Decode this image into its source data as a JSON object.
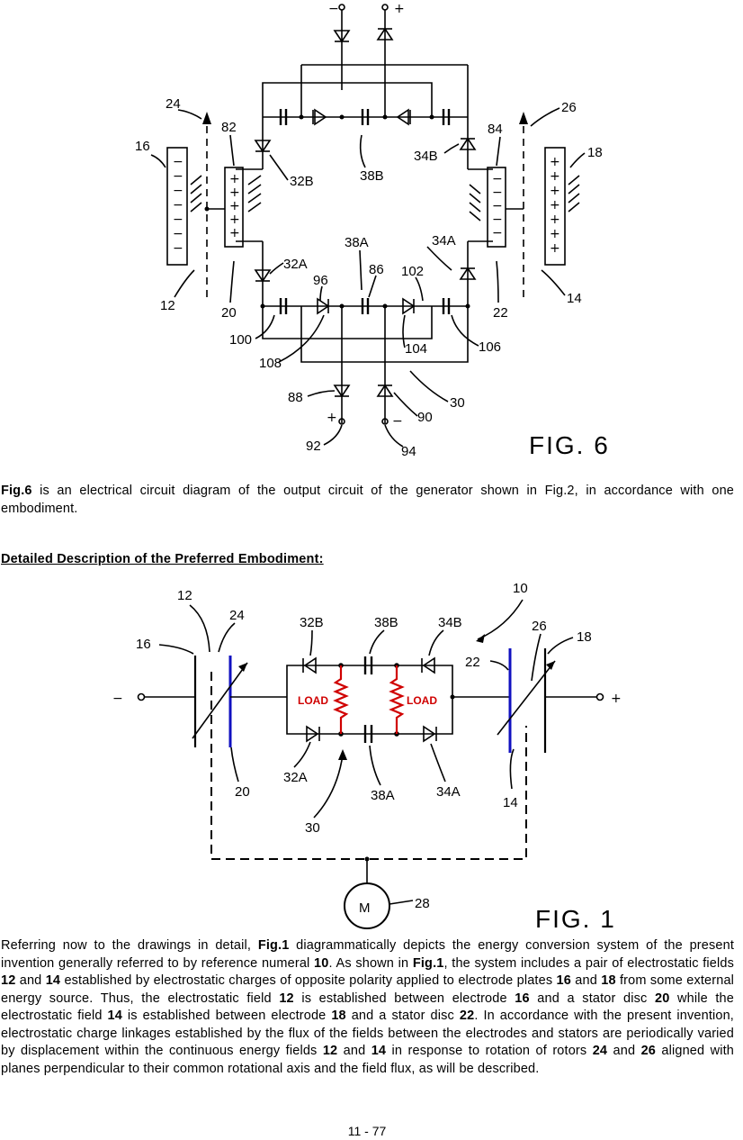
{
  "fig6": {
    "title": "FIG. 6",
    "labels": {
      "n24": "24",
      "n82": "82",
      "n16": "16",
      "n12": "12",
      "n20": "20",
      "n32B": "32B",
      "n38B": "38B",
      "n34B": "34B",
      "n84": "84",
      "n26": "26",
      "n18": "18",
      "n14": "14",
      "n22": "22",
      "n32A": "32A",
      "n38A": "38A",
      "n34A": "34A",
      "n96": "96",
      "n86": "86",
      "n102": "102",
      "n100": "100",
      "n104": "104",
      "n106": "106",
      "n108": "108",
      "n88": "88",
      "n90": "90",
      "n30": "30",
      "n92": "92",
      "n94": "94"
    },
    "terminal_top_minus": "−",
    "terminal_top_plus": "+",
    "terminal_bottom_plus": "+",
    "terminal_bottom_minus": "−"
  },
  "para1": {
    "bold": "Fig.6",
    "text": " is an electrical circuit diagram of the output circuit of the generator shown in Fig.2, in accordance with one embodiment."
  },
  "heading": "Detailed Description of the Preferred Embodiment:",
  "fig1": {
    "title": "FIG. 1",
    "labels": {
      "n12": "12",
      "n24": "24",
      "n16": "16",
      "n32B": "32B",
      "n38B": "38B",
      "n34B": "34B",
      "n10": "10",
      "n26": "26",
      "n18": "18",
      "n22": "22",
      "n20": "20",
      "n32A": "32A",
      "n38A": "38A",
      "n34A": "34A",
      "n14": "14",
      "n30": "30",
      "n28": "28"
    },
    "load_left": "LOAD",
    "load_right": "LOAD",
    "motor": "M",
    "terminal_minus": "−",
    "terminal_plus": "+",
    "colors": {
      "stator": "#1010c0",
      "load": "#d00000"
    }
  },
  "para2": [
    {
      "t": "Referring now to the drawings in detail, "
    },
    {
      "t": "Fig.1",
      "b": true
    },
    {
      "t": " diagrammatically depicts the energy conversion system of the present invention generally referred to by reference numeral "
    },
    {
      "t": "10",
      "b": true
    },
    {
      "t": ".  As shown in "
    },
    {
      "t": "Fig.1",
      "b": true
    },
    {
      "t": ", the system includes a pair of electrostatic fields "
    },
    {
      "t": "12",
      "b": true
    },
    {
      "t": " and "
    },
    {
      "t": "14",
      "b": true
    },
    {
      "t": " established by electrostatic charges of opposite polarity applied to electrode plates "
    },
    {
      "t": "16",
      "b": true
    },
    {
      "t": " and "
    },
    {
      "t": "18",
      "b": true
    },
    {
      "t": " from some external energy source.  Thus, the electrostatic field "
    },
    {
      "t": "12",
      "b": true
    },
    {
      "t": " is established between electrode "
    },
    {
      "t": "16",
      "b": true
    },
    {
      "t": " and a stator disc "
    },
    {
      "t": "20",
      "b": true
    },
    {
      "t": " while the electrostatic field "
    },
    {
      "t": "14",
      "b": true
    },
    {
      "t": " is established between electrode "
    },
    {
      "t": "18",
      "b": true
    },
    {
      "t": " and a stator disc "
    },
    {
      "t": "22",
      "b": true
    },
    {
      "t": ".  In accordance with the present invention, electrostatic charge linkages established by the flux of the fields between the electrodes and stators are periodically varied by displacement within the continuous energy fields "
    },
    {
      "t": "12",
      "b": true
    },
    {
      "t": " and "
    },
    {
      "t": "14",
      "b": true
    },
    {
      "t": " in response to rotation of rotors "
    },
    {
      "t": "24",
      "b": true
    },
    {
      "t": " and "
    },
    {
      "t": "26",
      "b": true
    },
    {
      "t": " aligned with planes perpendicular to their common rotational axis and the field flux, as will be described."
    }
  ],
  "page_number": "11 - 77"
}
